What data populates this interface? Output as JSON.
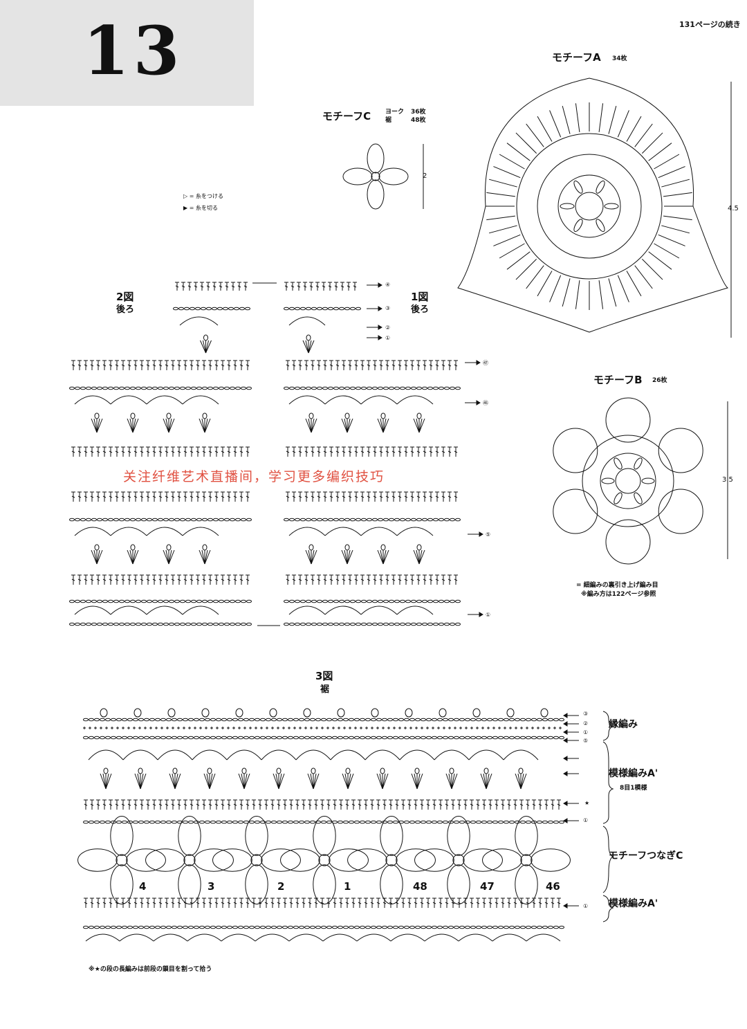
{
  "page": {
    "number": "13",
    "continued_note": "131ページの続き"
  },
  "motif_a": {
    "title": "モチーフA",
    "count": "34枚",
    "size": "4.5"
  },
  "motif_b": {
    "title": "モチーフB",
    "count": "26枚",
    "size": "3.5"
  },
  "motif_c": {
    "title": "モチーフC",
    "yoke_label": "ヨーク",
    "yoke_count": "36枚",
    "hem_label": "裾",
    "hem_count": "48枚",
    "size": "2"
  },
  "legend": {
    "attach_yarn": "▷ = 糸をつける",
    "cut_yarn": "▶ = 糸を切る"
  },
  "diagram_2": {
    "title": "2図",
    "subtitle": "後ろ"
  },
  "diagram_1": {
    "title": "1図",
    "subtitle": "後ろ",
    "row_markers": [
      "④",
      "③",
      "②",
      "①",
      "㊼",
      "㊺",
      "⑤",
      "①"
    ]
  },
  "motif_b_notes": {
    "note1": "= 細編みの裏引き上げ編み目",
    "note2": "※編み方は122ページ参照"
  },
  "watermark": "关注纤维艺术直播间，学习更多编织技巧",
  "diagram_3": {
    "title": "3図",
    "subtitle": "裾",
    "row_markers": [
      "③",
      "②",
      "①",
      "⑤",
      "★",
      "①",
      "①"
    ],
    "section_edge": "縁編み",
    "section_pattern": "模様編みA'",
    "section_repeat": "8目1模様",
    "section_motif_join": "モチーフつなぎC",
    "section_pattern_bottom": "模様編みA'",
    "motif_numbers": [
      "4",
      "3",
      "2",
      "1",
      "48",
      "47",
      "46"
    ]
  },
  "footnote": "※★の段の長編みは前段の鎖目を割って拾う",
  "colors": {
    "ink": "#111111",
    "watermark": "#e05040",
    "number_box": "#e4e4e4"
  }
}
